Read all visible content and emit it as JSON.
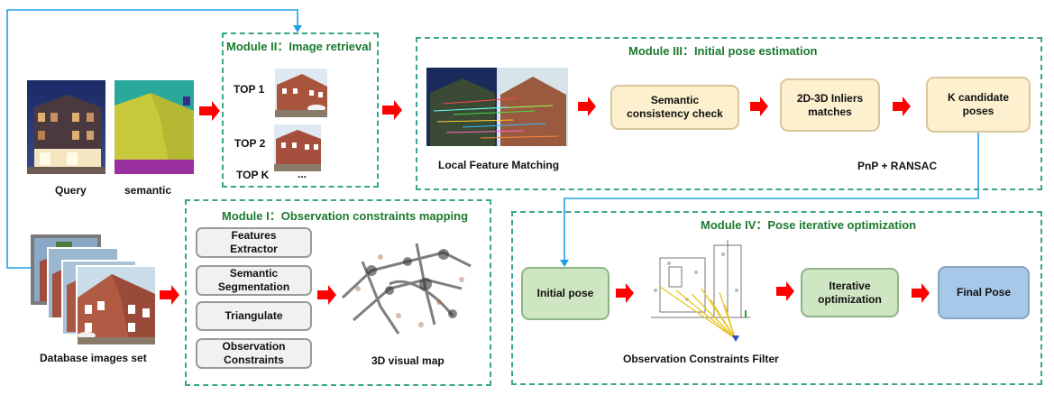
{
  "colors": {
    "module_border": "#3aa58a",
    "module_title": "#1a7a2e",
    "flow_arrow": "#ff0000",
    "connector": "#1ea0e6"
  },
  "module2": {
    "title": "Module II：Image retrieval",
    "top1": "TOP 1",
    "top2": "TOP 2",
    "topk": "TOP K",
    "dots": "..."
  },
  "module3": {
    "title": "Module III：Initial pose estimation",
    "semantic_check": "Semantic consistency check",
    "inliers": "2D-3D Inliers matches",
    "candidates": "K candidate poses",
    "local_matching": "Local Feature Matching",
    "pnp": "PnP + RANSAC"
  },
  "module1": {
    "title": "Module I：Observation constraints mapping",
    "features": "Features Extractor",
    "segmentation": "Semantic Segmentation",
    "triangulate": "Triangulate",
    "constraints": "Observation Constraints",
    "map_label": "3D visual map"
  },
  "module4": {
    "title": "Module IV：Pose iterative optimization",
    "initial_pose": "Initial pose",
    "iterative": "Iterative optimization",
    "final_pose": "Final Pose",
    "filter_label": "Observation Constraints Filter"
  },
  "left": {
    "query": "Query",
    "semantic": "semantic",
    "database": "Database images  set"
  },
  "icons": {
    "query_image": "night-building-photo",
    "semantic_image": "semantic-segmentation-mask",
    "retrieved_image": "brick-building-photo",
    "database_stack": "stacked-photos",
    "point_cloud": "3d-point-cloud",
    "filter_view": "camera-rays-point-cloud"
  }
}
